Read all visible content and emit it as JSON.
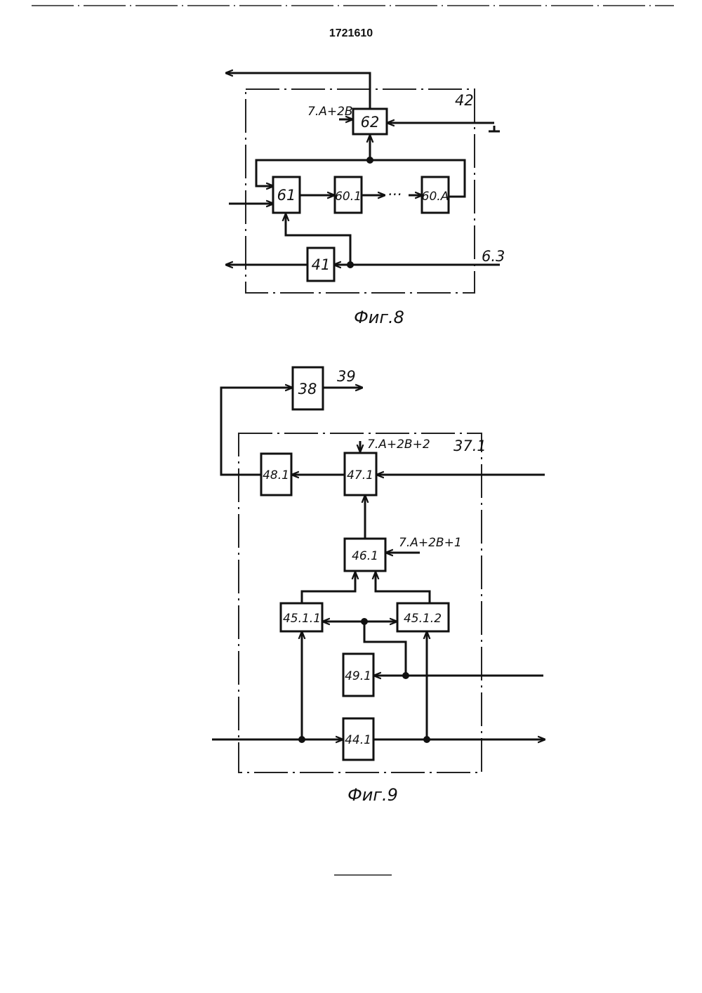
{
  "document": {
    "number": "1721610"
  },
  "fig8": {
    "caption": "Фиг.8",
    "container_label": "42",
    "input_label_top": "7.A+2B",
    "input_label_right": "6.3",
    "blocks": {
      "b62": "62",
      "b61": "61",
      "b601": "60.1",
      "b60A": "60.A",
      "b41": "41"
    }
  },
  "fig9": {
    "caption": "Фиг.9",
    "container_label": "37.1",
    "external_block": "38",
    "output_label": "39",
    "input_label_top": "7.A+2B+2",
    "input_label_mid": "7.A+2B+1",
    "blocks": {
      "b481": "48.1",
      "b471": "47.1",
      "b461": "46.1",
      "b4511": "45.1.1",
      "b4512": "45.1.2",
      "b491": "49.1",
      "b441": "44.1"
    }
  }
}
